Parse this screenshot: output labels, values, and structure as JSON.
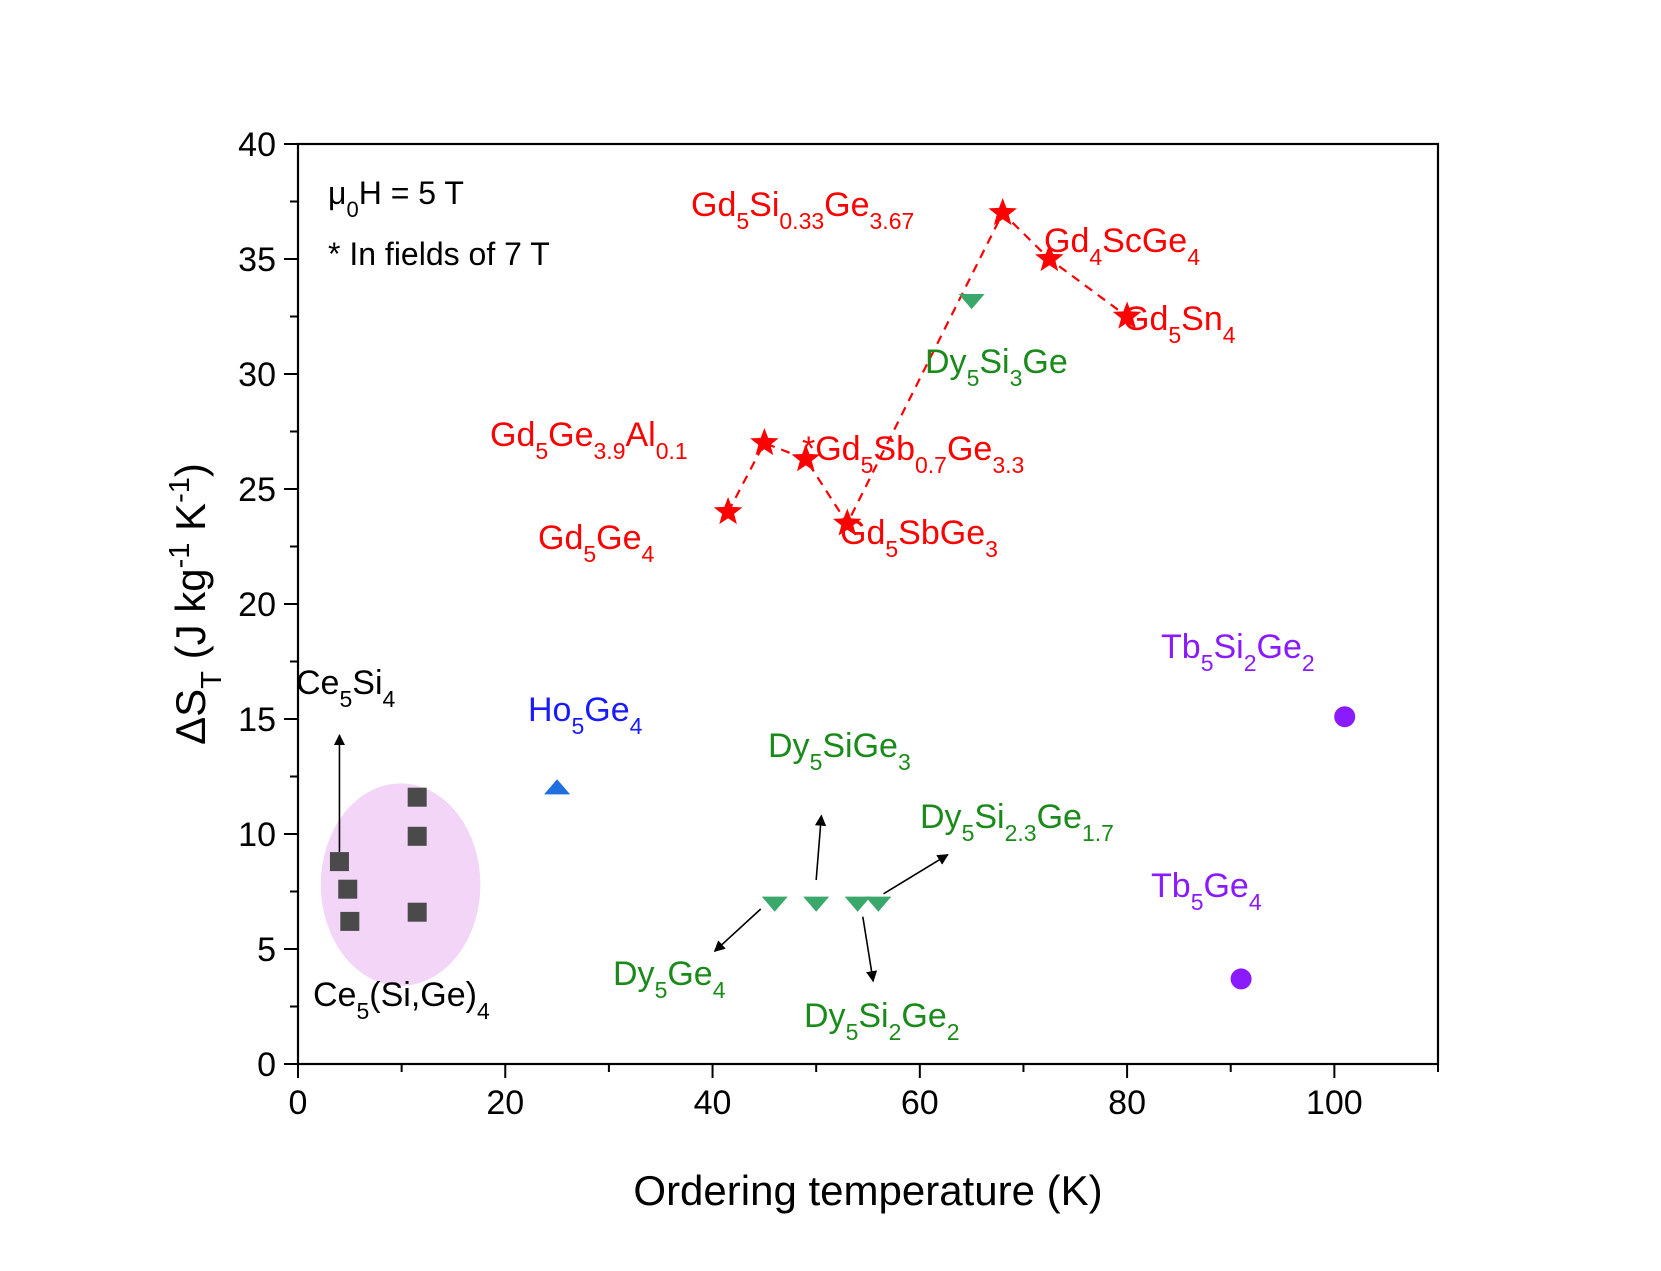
{
  "chart_data": {
    "type": "scatter",
    "xlabel": "Ordering temperature (K)",
    "ylabel": {
      "base": "ΔS",
      "sub": "T",
      "rest1": " (J kg",
      "sup1": "-1",
      "rest2": " K",
      "sup2": "-1",
      "rest3": ")"
    },
    "xlim": [
      0,
      110
    ],
    "ylim": [
      0,
      40
    ],
    "x_ticks": [
      "0",
      "20",
      "40",
      "60",
      "80",
      "100"
    ],
    "y_ticks": [
      "0",
      "5",
      "10",
      "15",
      "20",
      "25",
      "30",
      "35",
      "40"
    ],
    "grid": false,
    "legend": "none",
    "annotations": {
      "field": {
        "base": "μ",
        "sub": "0",
        "rest": "H = 5 T"
      },
      "note": "* In fields of 7 T"
    },
    "colors": {
      "gd": "#ff0000",
      "dy": "#3aa86b",
      "dy_label": "#1a8a1a",
      "ho": "#1f6fe0",
      "ho_label": "#1a1aff",
      "tb": "#8a1aff",
      "tb_label": "#8a1aff",
      "ce": "#4a4a4a",
      "ellipse": "#f3d6f7"
    },
    "series": [
      {
        "key": "gd",
        "marker": "star",
        "points": [
          {
            "x": 41.5,
            "y": 24.0,
            "label": [
              [
                "Gd",
                ""
              ],
              [
                "5",
                "sub"
              ],
              [
                "Ge",
                ""
              ],
              [
                "4",
                "sub"
              ]
            ]
          },
          {
            "x": 45.0,
            "y": 27.0,
            "label": [
              [
                "Gd",
                ""
              ],
              [
                "5",
                "sub"
              ],
              [
                "Ge",
                ""
              ],
              [
                "3.9",
                "sub"
              ],
              [
                "Al",
                ""
              ],
              [
                "0.1",
                "sub"
              ]
            ]
          },
          {
            "x": 49.0,
            "y": 26.3,
            "label": [
              [
                "*Gd",
                ""
              ],
              [
                "5",
                "sub"
              ],
              [
                "Sb",
                ""
              ],
              [
                "0.7",
                "sub"
              ],
              [
                "Ge",
                ""
              ],
              [
                "3.3",
                "sub"
              ]
            ]
          },
          {
            "x": 53.0,
            "y": 23.5,
            "label": [
              [
                "Gd",
                ""
              ],
              [
                "5",
                "sub"
              ],
              [
                "SbGe",
                ""
              ],
              [
                "3",
                "sub"
              ]
            ]
          },
          {
            "x": 68.0,
            "y": 37.0,
            "label": [
              [
                "Gd",
                ""
              ],
              [
                "5",
                "sub"
              ],
              [
                "Si",
                ""
              ],
              [
                "0.33",
                "sub"
              ],
              [
                "Ge",
                ""
              ],
              [
                "3.67",
                "sub"
              ]
            ]
          },
          {
            "x": 72.5,
            "y": 35.0,
            "label": [
              [
                "Gd",
                ""
              ],
              [
                "4",
                "sub"
              ],
              [
                "ScGe",
                ""
              ],
              [
                "4",
                "sub"
              ]
            ]
          },
          {
            "x": 80.0,
            "y": 32.5,
            "label": [
              [
                "Gd",
                ""
              ],
              [
                "5",
                "sub"
              ],
              [
                "Sn",
                ""
              ],
              [
                "4",
                "sub"
              ]
            ]
          }
        ]
      },
      {
        "key": "dy",
        "marker": "triangle-down",
        "points": [
          {
            "x": 65.0,
            "y": 33.2,
            "label": [
              [
                "Dy",
                ""
              ],
              [
                "5",
                "sub"
              ],
              [
                "Si",
                ""
              ],
              [
                "3",
                "sub"
              ],
              [
                "Ge",
                ""
              ]
            ]
          },
          {
            "x": 46.0,
            "y": 7.0,
            "label": [
              [
                "Dy",
                ""
              ],
              [
                "5",
                "sub"
              ],
              [
                "Ge",
                ""
              ],
              [
                "4",
                "sub"
              ]
            ]
          },
          {
            "x": 50.0,
            "y": 7.0,
            "label": [
              [
                "Dy",
                ""
              ],
              [
                "5",
                "sub"
              ],
              [
                "SiGe",
                ""
              ],
              [
                "3",
                "sub"
              ]
            ]
          },
          {
            "x": 54.0,
            "y": 7.0,
            "label": [
              [
                "Dy",
                ""
              ],
              [
                "5",
                "sub"
              ],
              [
                "Si",
                ""
              ],
              [
                "2",
                "sub"
              ],
              [
                "Ge",
                ""
              ],
              [
                "2",
                "sub"
              ]
            ]
          },
          {
            "x": 56.0,
            "y": 7.0,
            "label": [
              [
                "Dy",
                ""
              ],
              [
                "5",
                "sub"
              ],
              [
                "Si",
                ""
              ],
              [
                "2.3",
                "sub"
              ],
              [
                "Ge",
                ""
              ],
              [
                "1.7",
                "sub"
              ]
            ]
          }
        ]
      },
      {
        "key": "ho",
        "marker": "triangle-up",
        "points": [
          {
            "x": 25.0,
            "y": 12.0,
            "label": [
              [
                "Ho",
                ""
              ],
              [
                "5",
                "sub"
              ],
              [
                "Ge",
                ""
              ],
              [
                "4",
                "sub"
              ]
            ]
          }
        ]
      },
      {
        "key": "tb",
        "marker": "circle",
        "points": [
          {
            "x": 101.0,
            "y": 15.1,
            "label": [
              [
                "Tb",
                ""
              ],
              [
                "5",
                "sub"
              ],
              [
                "Si",
                ""
              ],
              [
                "2",
                "sub"
              ],
              [
                "Ge",
                ""
              ],
              [
                "2",
                "sub"
              ]
            ]
          },
          {
            "x": 91.0,
            "y": 3.7,
            "label": [
              [
                "Tb",
                ""
              ],
              [
                "5",
                "sub"
              ],
              [
                "Ge",
                ""
              ],
              [
                "4",
                "sub"
              ]
            ]
          }
        ]
      },
      {
        "key": "ce",
        "marker": "square",
        "points": [
          {
            "x": 4.0,
            "y": 8.8,
            "label": [
              [
                "Ce",
                ""
              ],
              [
                "5",
                "sub"
              ],
              [
                "Si",
                ""
              ],
              [
                "4",
                "sub"
              ]
            ]
          },
          {
            "x": 4.8,
            "y": 7.6
          },
          {
            "x": 5.0,
            "y": 6.2
          },
          {
            "x": 11.5,
            "y": 11.6
          },
          {
            "x": 11.5,
            "y": 9.9
          },
          {
            "x": 11.5,
            "y": 6.6
          }
        ],
        "group_label": [
          [
            "Ce",
            ""
          ],
          [
            "5",
            "sub"
          ],
          [
            "(Si,Ge)",
            ""
          ],
          [
            "4",
            "sub"
          ]
        ]
      }
    ],
    "connections": [
      [
        [
          41.5,
          24.0
        ],
        [
          45.0,
          27.0
        ],
        [
          49.0,
          26.3
        ],
        [
          53.0,
          23.5
        ],
        [
          68.0,
          37.0
        ],
        [
          72.5,
          35.0
        ],
        [
          80.0,
          32.5
        ]
      ]
    ]
  }
}
